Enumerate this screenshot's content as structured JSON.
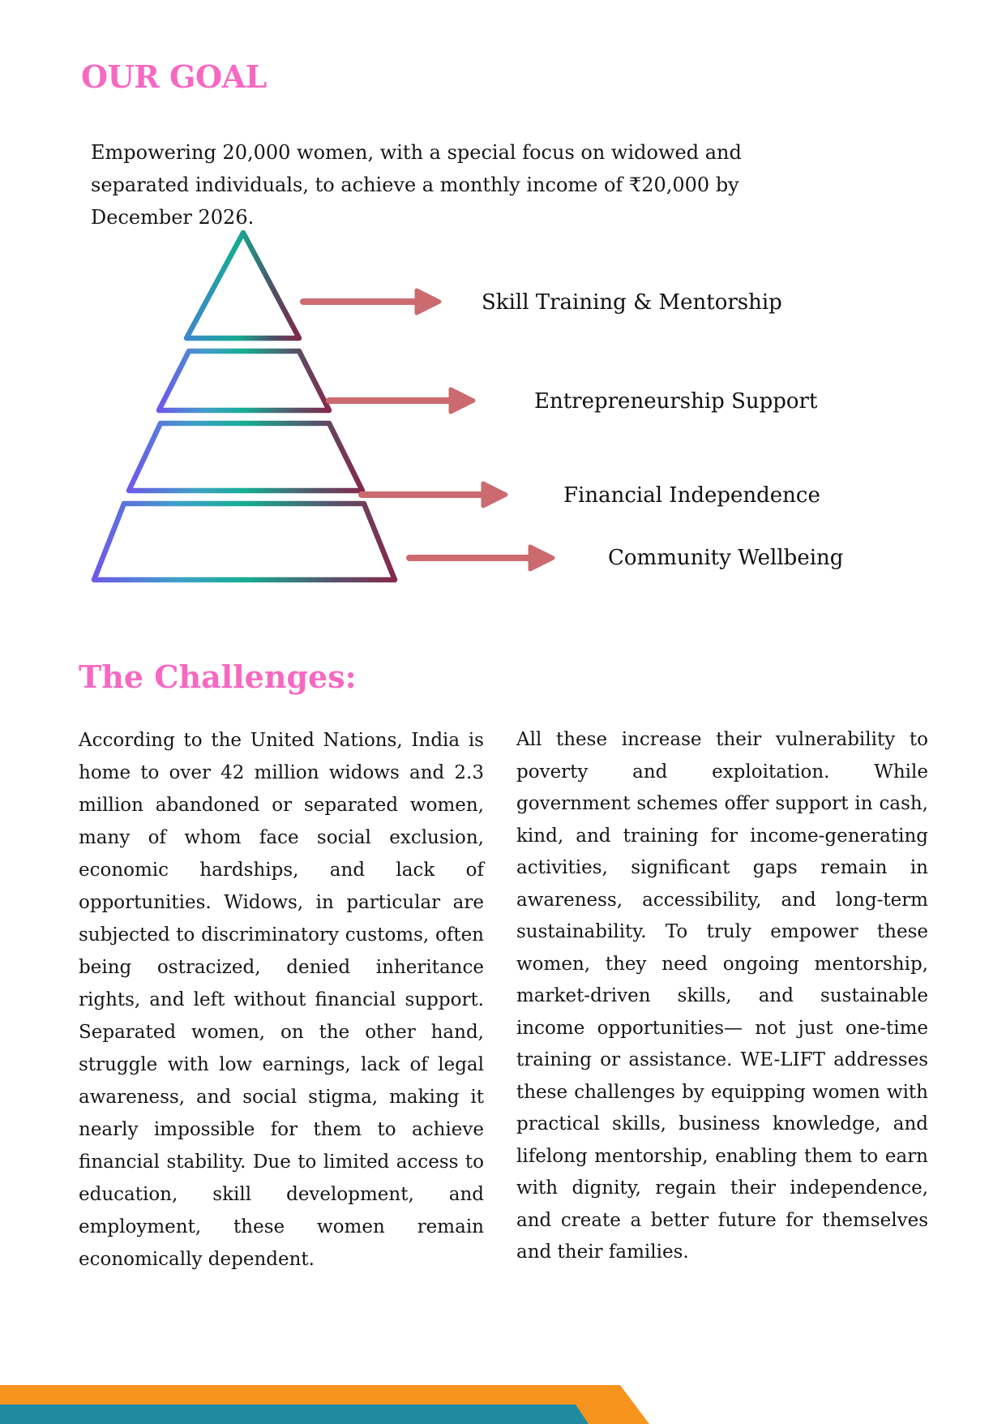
{
  "colors": {
    "heading_pink": "#F768C2",
    "body_text": "#161616",
    "arrow": "#CB6B6F",
    "footer_orange": "#F7941D",
    "footer_teal": "#1E8BA3",
    "pyramid_gradient_triangle": [
      "#3F86CD",
      "#14AC93",
      "#4E4F66",
      "#82284A"
    ],
    "pyramid_gradient_trapezoid": [
      "#6E58EA",
      "#3FA0C8",
      "#16AD93",
      "#56536A",
      "#85284B"
    ]
  },
  "goal": {
    "heading": "OUR GOAL",
    "text": "Empowering 20,000 women, with a special focus on widowed and separated individuals, to achieve a monthly income of ₹20,000 by December 2026."
  },
  "pyramid": {
    "levels": [
      {
        "label": "Skill Training & Mentorship"
      },
      {
        "label": "Entrepreneurship Support"
      },
      {
        "label": "Financial Independence"
      },
      {
        "label": "Community Wellbeing"
      }
    ]
  },
  "challenges": {
    "heading": "The Challenges:",
    "column_left": "According to the United Nations, India is home to over 42 million widows and 2.3 million abandoned or separated women, many of whom face social exclusion, economic hardships, and lack of opportunities. Widows, in particular are subjected to discriminatory customs, often being ostracized, denied inheritance rights, and left without financial support. Separated women, on the other hand, struggle with low earnings, lack of legal awareness, and social stigma, making it nearly impossible for them to achieve financial stability. Due to limited access to education, skill development, and employment, these women remain economically dependent.",
    "column_right": "All these increase their vulnerability to poverty and exploitation. While government schemes offer support in cash, kind, and training for income-generating activities, significant gaps remain in awareness, accessibility, and long-term sustainability. To truly empower these women, they need ongoing mentorship, market-driven skills, and sustainable income opportunities— not just one-time training or assistance. WE-LIFT addresses these challenges by equipping women with practical skills, business knowledge, and lifelong mentorship, enabling them to earn with dignity, regain their independence, and create a better future for themselves and their families."
  }
}
